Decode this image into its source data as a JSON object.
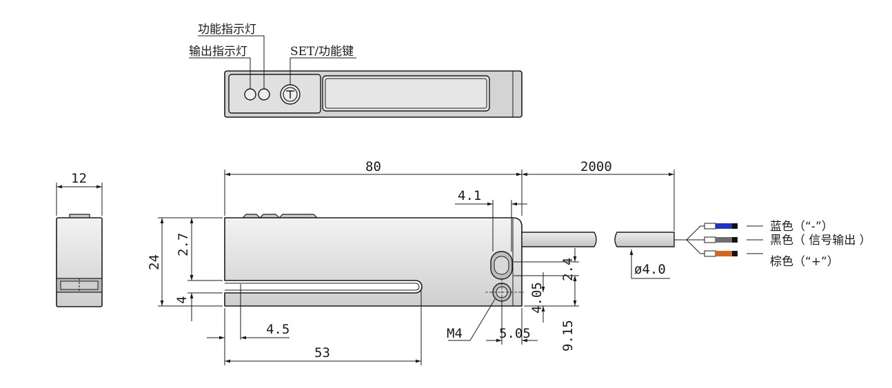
{
  "labels": {
    "function_indicator": "功能指示灯",
    "output_indicator": "输出指示灯",
    "set_key": "SET/功能键"
  },
  "dimensions": {
    "side_width": "12",
    "length": "80",
    "cable_length": "2000",
    "height": "24",
    "top_offset": "2.7",
    "slot_width": "4",
    "slot_start": "4.5",
    "slot_depth": "53",
    "hole_spacing": "4.1",
    "slot_hole_h": "2.4",
    "hole_offset": "4.05",
    "hole_to_edge": "5.05",
    "hole_height": "9.15",
    "thread": "M4",
    "cable_diameter": "ø4.0"
  },
  "wires": [
    {
      "label": "蓝色（“-”）",
      "color": "#1f33c9"
    },
    {
      "label": "黑色（ 信号输出 ）",
      "color": "#6e6e6e"
    },
    {
      "label": "棕色（“+”）",
      "color": "#d9651a"
    }
  ]
}
